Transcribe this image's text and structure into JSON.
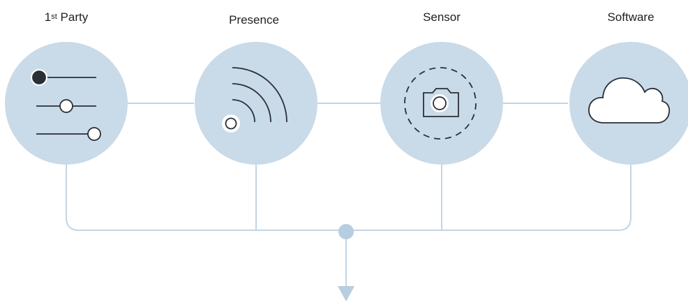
{
  "labels": {
    "first_party_num": "1",
    "first_party_sup": "st",
    "first_party_text": " Party",
    "presence": "Presence",
    "sensor": "Sensor",
    "software": "Software"
  },
  "icons": {
    "first_party": "sliders-icon",
    "presence": "wifi-signal-icon",
    "sensor": "camera-icon",
    "software": "cloud-icon"
  },
  "colors": {
    "circle_fill": "#c9dae8",
    "connector": "#c2d5e4",
    "icon_stroke": "#2a2f36",
    "dot_fill": "#b7cde0"
  }
}
